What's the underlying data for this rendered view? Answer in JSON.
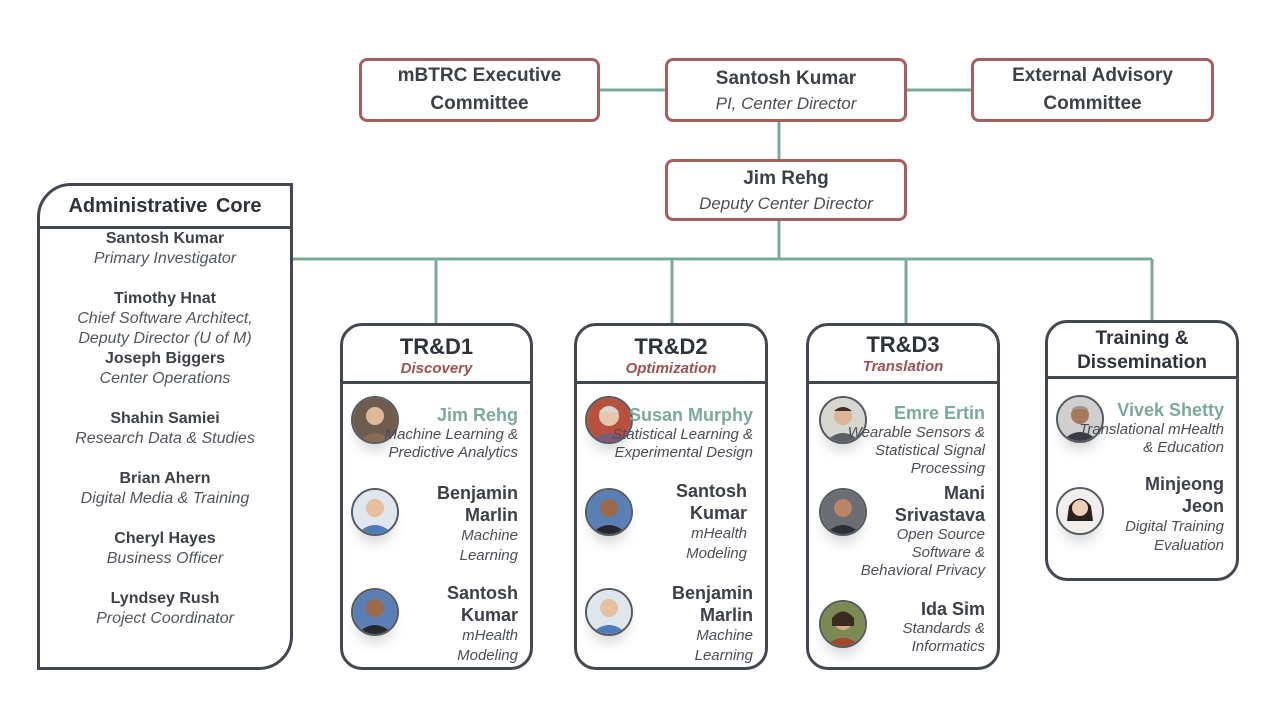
{
  "leadership": {
    "executive_committee": "mBTRC Executive Committee",
    "director_name": "Santosh Kumar",
    "director_title": "PI, Center Director",
    "advisory_committee": "External Advisory Committee",
    "deputy_name": "Jim Rehg",
    "deputy_title": "Deputy Center Director"
  },
  "admin_core": {
    "title": "Administrative Core",
    "members": [
      {
        "name": "Santosh Kumar",
        "role": "Primary Investigator"
      },
      {
        "name": "Timothy Hnat",
        "role": "Chief Software Architect, Deputy Director (U of M)"
      },
      {
        "name": "Joseph Biggers",
        "role": "Center Operations"
      },
      {
        "name": "Shahin Samiei",
        "role": "Research Data & Studies"
      },
      {
        "name": "Brian Ahern",
        "role": "Digital Media & Training"
      },
      {
        "name": "Cheryl Hayes",
        "role": "Business Officer"
      },
      {
        "name": "Lyndsey Rush",
        "role": "Project Coordinator"
      }
    ]
  },
  "columns": [
    {
      "title": "TR&D1",
      "subtitle": "Discovery",
      "members": [
        {
          "name": "Jim Rehg",
          "role": "Machine Learning & Predictive Analytics",
          "lead": true,
          "avatar": "avatar-jim-rehg"
        },
        {
          "name": "Benjamin Marlin",
          "role": "Machine Learning",
          "lead": false,
          "avatar": "avatar-benjamin-marlin"
        },
        {
          "name": "Santosh Kumar",
          "role": "mHealth Modeling",
          "lead": false,
          "avatar": "avatar-santosh-kumar"
        }
      ]
    },
    {
      "title": "TR&D2",
      "subtitle": "Optimization",
      "members": [
        {
          "name": "Susan Murphy",
          "role": "Statistical Learning & Experimental Design",
          "lead": true,
          "avatar": "avatar-susan-murphy"
        },
        {
          "name": "Santosh Kumar",
          "role": "mHealth Modeling",
          "lead": false,
          "avatar": "avatar-santosh-kumar"
        },
        {
          "name": "Benjamin Marlin",
          "role": "Machine Learning",
          "lead": false,
          "avatar": "avatar-benjamin-marlin"
        }
      ]
    },
    {
      "title": "TR&D3",
      "subtitle": "Translation",
      "members": [
        {
          "name": "Emre Ertin",
          "role": "Wearable Sensors & Statistical Signal Processing",
          "lead": true,
          "avatar": "avatar-emre-ertin"
        },
        {
          "name": "Mani Srivastava",
          "role": "Open Source Software & Behavioral Privacy",
          "lead": false,
          "avatar": "avatar-mani-srivastava"
        },
        {
          "name": "Ida Sim",
          "role": "Standards & Informatics",
          "lead": false,
          "avatar": "avatar-ida-sim"
        }
      ]
    },
    {
      "title": "Training & Dissemination",
      "subtitle": "",
      "members": [
        {
          "name": "Vivek Shetty",
          "role": "Translational mHealth & Education",
          "lead": true,
          "avatar": "avatar-vivek-shetty"
        },
        {
          "name": "Minjeong Jeon",
          "role": "Digital Training Evaluation",
          "lead": false,
          "avatar": "avatar-minjeong-jeon"
        }
      ]
    }
  ],
  "colors": {
    "connector": "#7aab98",
    "leader_border": "#a65f5f",
    "box_border": "#424752",
    "lead_name": "#7aab98",
    "subtitle": "#a0504f"
  }
}
